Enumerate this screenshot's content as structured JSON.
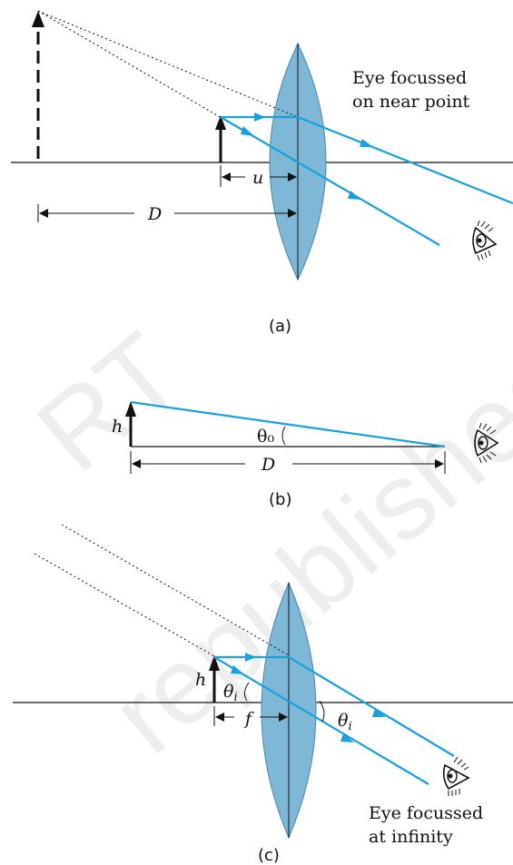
{
  "panels": {
    "a": {
      "caption": "(a)",
      "eye_label_line1": "Eye focussed",
      "eye_label_line2": "on near point",
      "u_label": "u",
      "D_label": "D"
    },
    "b": {
      "caption": "(b)",
      "h_label": "h",
      "theta_label": "θ₀",
      "D_label": "D"
    },
    "c": {
      "caption": "(c)",
      "h_label": "h",
      "theta_i_label": "θ",
      "theta_i_sub": "i",
      "theta_i2_label": "θ",
      "theta_i2_sub": "i",
      "f_label": "f",
      "eye_label_line1": "Eye focussed",
      "eye_label_line2": "at infinity"
    }
  },
  "watermark": {
    "line1": "RT",
    "line2": "republished"
  },
  "colors": {
    "ray": "#1aa0dc",
    "lens_fill": "#7fb8d6",
    "lens_stroke": "#4a86a8",
    "ink": "#111111"
  }
}
